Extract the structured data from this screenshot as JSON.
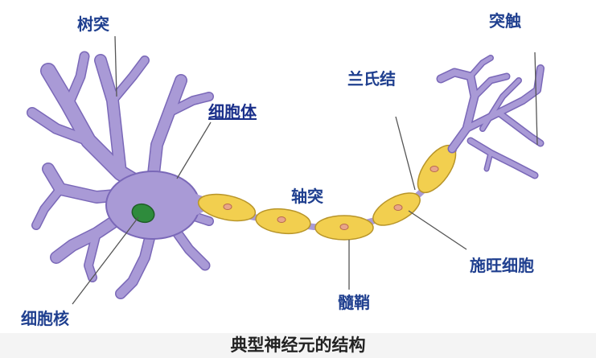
{
  "labels": {
    "dendrite": "树突",
    "synapse": "突触",
    "node_of_ranvier": "兰氏结",
    "cell_body": "细胞体",
    "axon": "轴突",
    "schwann_cell": "施旺细胞",
    "myelin_sheath": "髓鞘",
    "nucleus": "细胞核"
  },
  "caption": "典型神经元的结构",
  "colors": {
    "neuron_body": "#a99ad6",
    "neuron_outline": "#7a68b8",
    "nucleus": "#2e8b3c",
    "myelin": "#f2cf4f",
    "myelin_outline": "#b8952a",
    "schwann_nucleus": "#e8a58a",
    "label_text": "#1f3f8f",
    "leader_line": "#555555"
  }
}
